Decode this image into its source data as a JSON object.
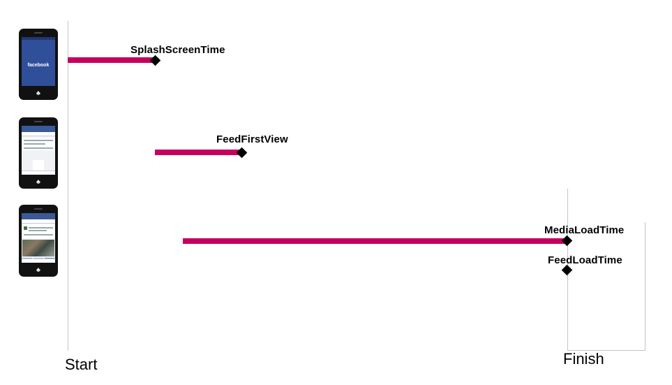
{
  "diagram": {
    "axis": {
      "start_label": "Start",
      "finish_label": "Finish"
    },
    "colors": {
      "bar": "#c6005f",
      "marker": "#000000",
      "guide_line": "#c4c4c4"
    },
    "phones": [
      {
        "name": "phone-splash",
        "screen": "splash",
        "logo_text": "facebook"
      },
      {
        "name": "phone-feed-first-view",
        "screen": "feed-text"
      },
      {
        "name": "phone-feed-media",
        "screen": "feed-media"
      }
    ],
    "metrics": [
      {
        "label": "SplashScreenTime"
      },
      {
        "label": "FeedFirstView"
      },
      {
        "label": "MediaLoadTime"
      },
      {
        "label": "FeedLoadTime"
      }
    ]
  }
}
